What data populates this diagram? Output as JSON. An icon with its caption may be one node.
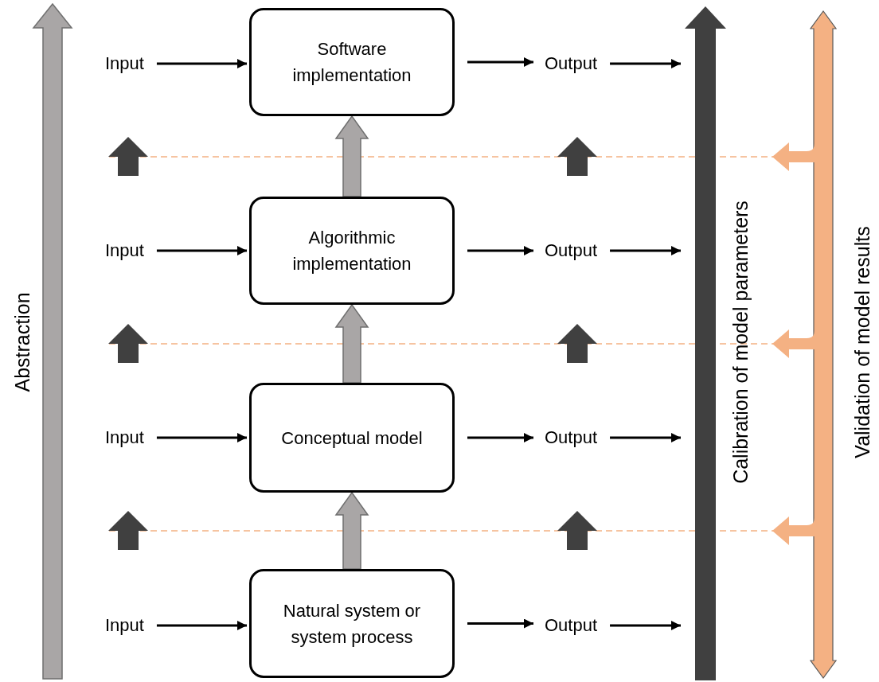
{
  "diagram": {
    "nodes": [
      {
        "text": [
          "Input"
        ]
      },
      {
        "text": [
          "Software implementation"
        ]
      },
      {
        "text": [
          "Output"
        ]
      },
      {
        "text": [
          "Input"
        ]
      },
      {
        "text": [
          "Algorithmic implementation"
        ]
      },
      {
        "text": [
          "Output"
        ]
      },
      {
        "text": [
          "Input"
        ]
      },
      {
        "text": [
          "Conceptual model"
        ]
      },
      {
        "text": [
          "Output"
        ]
      },
      {
        "text": [
          "Input"
        ]
      },
      {
        "text": [
          "Natural system or system process"
        ]
      },
      {
        "text": [
          "Output"
        ]
      }
    ],
    "edges": [
      {
        "from": 0,
        "to": 1,
        "arrow": "to"
      },
      {
        "from": 1,
        "to": 2,
        "arrow": "to"
      },
      {
        "from": 2,
        "to": null,
        "arrow": "to"
      },
      {
        "from": 3,
        "to": 4,
        "arrow": "to"
      },
      {
        "from": 4,
        "to": 5,
        "arrow": "to"
      },
      {
        "from": 5,
        "to": null,
        "arrow": "to"
      },
      {
        "from": 6,
        "to": 7,
        "arrow": "to"
      },
      {
        "from": 7,
        "to": 8,
        "arrow": "to"
      },
      {
        "from": 8,
        "to": null,
        "arrow": "to"
      },
      {
        "from": 9,
        "to": 10,
        "arrow": "to"
      },
      {
        "from": 10,
        "to": 11,
        "arrow": "to"
      },
      {
        "from": 11,
        "to": null,
        "arrow": "to"
      },
      {
        "from": 10,
        "to": 7,
        "arrow": "to",
        "style": "thick",
        "color": "#a9a6a6"
      },
      {
        "from": 7,
        "to": 4,
        "arrow": "to",
        "style": "thick",
        "color": "#a9a6a6"
      },
      {
        "from": 4,
        "to": 1,
        "arrow": "to",
        "style": "thick",
        "color": "#a9a6a6"
      }
    ],
    "labels": [
      "Abstraction",
      "Calibration of model parameters",
      "Validation of model results"
    ]
  }
}
